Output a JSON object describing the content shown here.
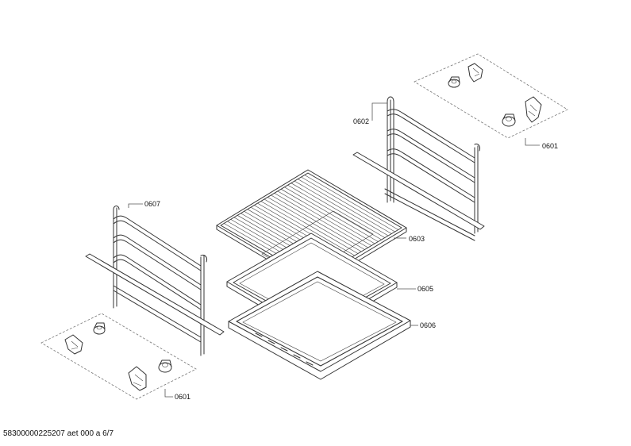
{
  "labels": {
    "p0601_top": "0601",
    "p0602": "0602",
    "p0603": "0603",
    "p0605": "0605",
    "p0606": "0606",
    "p0607": "0607",
    "p0601_bottom": "0601"
  },
  "footer": {
    "doc_id": "58300000225207 aet 000 a 6/7"
  },
  "colors": {
    "line": "#333333",
    "background": "#ffffff"
  }
}
